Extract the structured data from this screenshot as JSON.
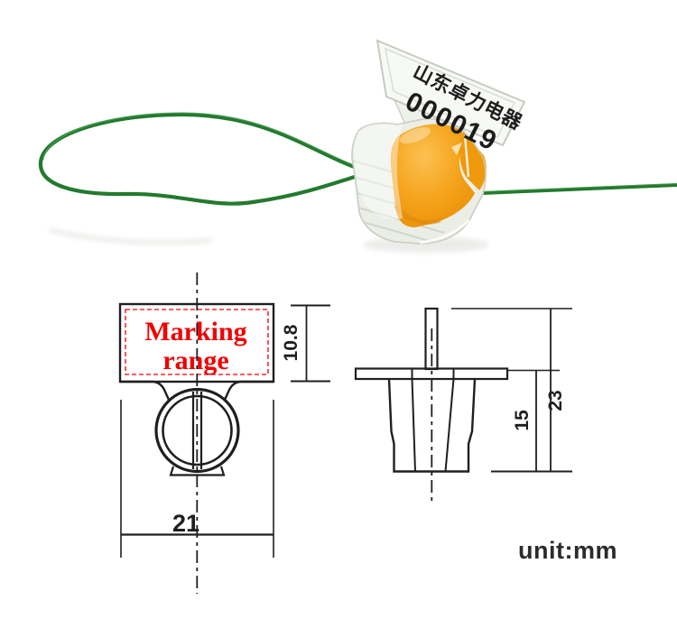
{
  "product_photo": {
    "label": {
      "company": "山东卓力电器",
      "serial": "000019"
    },
    "wire_color": "#237a2e",
    "rotor_color": "#ef9a0d",
    "body_color": "#ebeee6"
  },
  "diagram": {
    "marking": {
      "line1": "Marking",
      "line2": "range",
      "color": "#f20000"
    },
    "front_view": {
      "label_height_mm": "10.8",
      "width_mm": "21"
    },
    "side_view": {
      "inner_height_mm": "15",
      "total_height_mm": "23"
    },
    "unit_label": "unit:mm",
    "line_color": "#1f1f1f"
  }
}
